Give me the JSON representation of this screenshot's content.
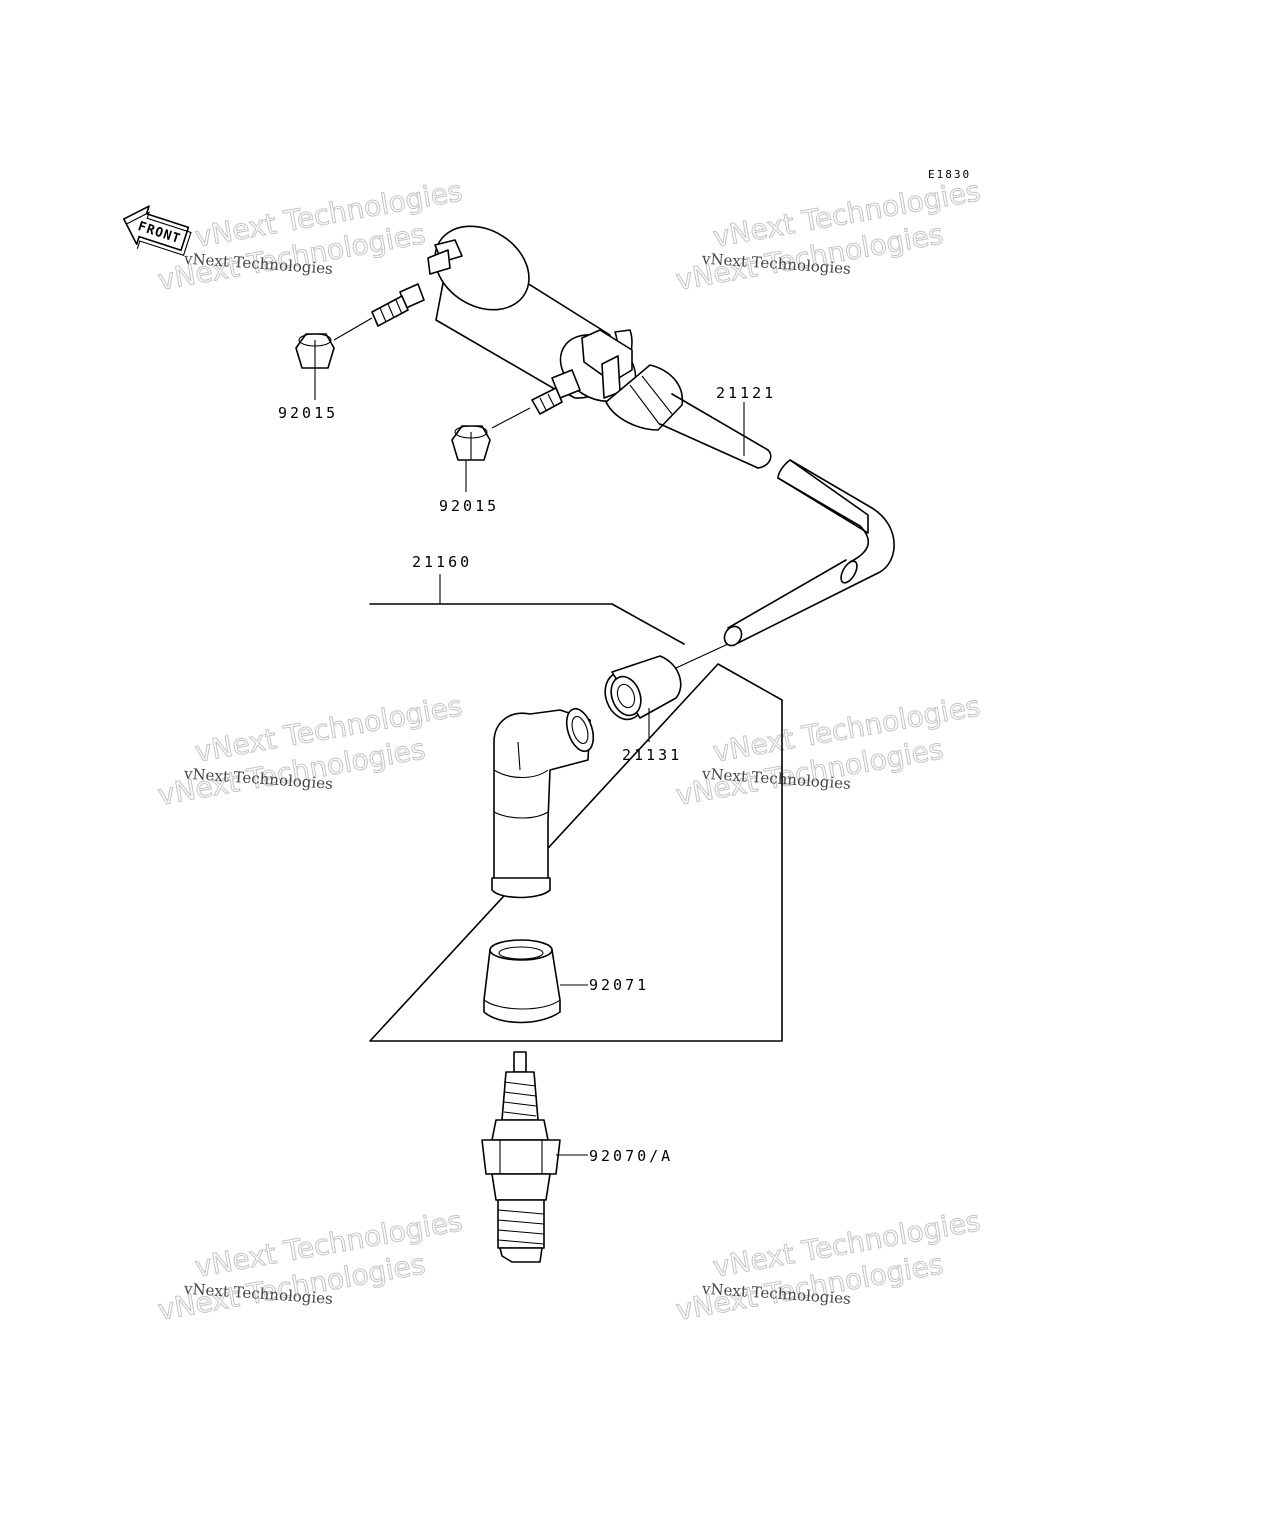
{
  "figure_code": "E1830",
  "front_arrow_label": "FRONT",
  "watermark": {
    "line1": "vNext Technologies",
    "line2": "vNext Technologies"
  },
  "callouts": {
    "nut_top": "92015",
    "nut_bottom": "92015",
    "coil": "21121",
    "cap_assembly": "21160",
    "terminal": "21131",
    "seal": "92071",
    "spark_plug": "92070/A"
  }
}
